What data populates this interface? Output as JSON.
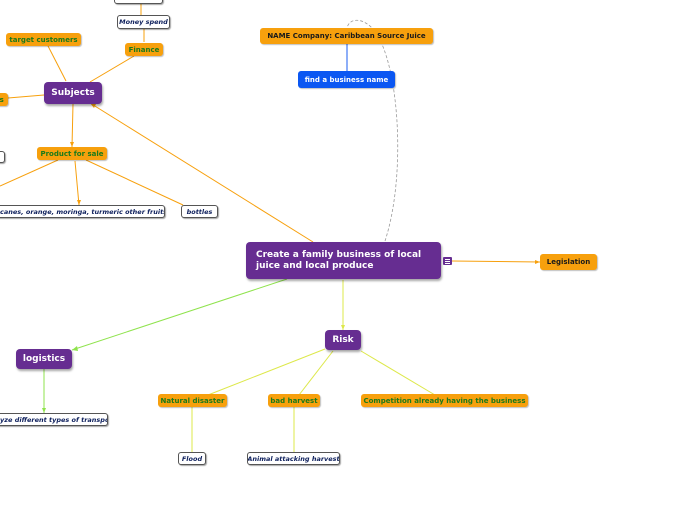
{
  "colors": {
    "central": "#662d91",
    "subtopic": "#f7a00d",
    "subtopic_text": "#1b7a1b",
    "blue_node": "#0b57f2",
    "leaf_text": "#0d1f5c",
    "link_orange": "#f7a00d",
    "link_green": "#8fe34d",
    "link_yellow": "#dde84a",
    "link_blue": "#1b5cf2",
    "link_dashed": "#9a9a9a"
  },
  "nodes": {
    "central": "Create a family business of local juice and local produce",
    "subjects": "Subjects",
    "risk": "Risk",
    "logistics": "logistics",
    "target_customers": "target customers",
    "finance": "Finance",
    "money_spend": "Money spend",
    "subjects_left_stub": "ts",
    "product_for_sale": "Product for sale",
    "fruits": "canes, orange, moringa, turmeric other fruits ...",
    "bottles": "bottles",
    "name_company": "NAME Company: Caribbean Source Juice",
    "find_business_name": "find a business name",
    "legislation": "Legislation",
    "natural_disaster": "Natural disaster",
    "bad_harvest": "bad harvest",
    "competition": "Competition already having the business",
    "flood": "Flood",
    "animal_attacking": "Animal attacking harvest",
    "transport": "yze different types of transport"
  },
  "icons": {
    "note": "note-icon"
  }
}
